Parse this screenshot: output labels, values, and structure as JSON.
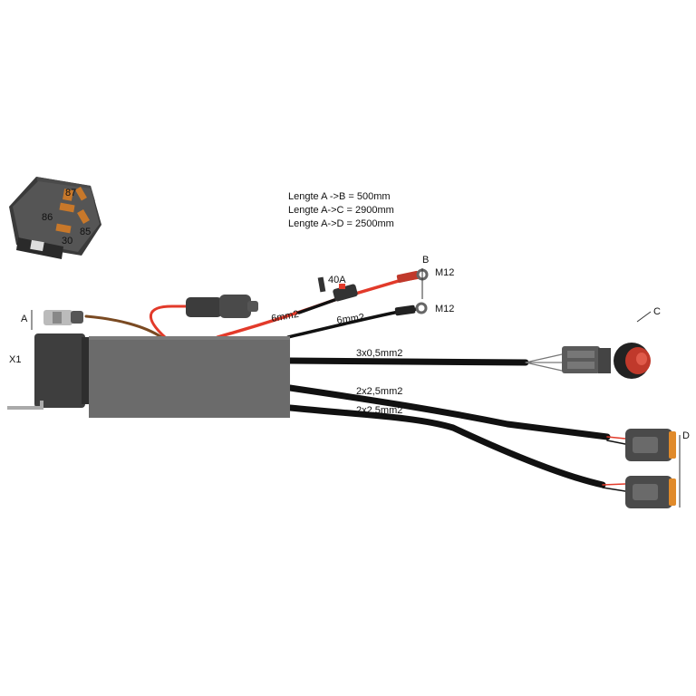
{
  "lengths": {
    "line1": "Lengte A ->B = 500mm",
    "line2": "Lengte A->C = 2900mm",
    "line3": "Lengte A->D = 2500mm"
  },
  "relay_pins": {
    "p87": "87",
    "p86": "86",
    "p85": "85",
    "p30": "30"
  },
  "labels": {
    "a": "A",
    "x1": "X1",
    "b": "B",
    "c": "C",
    "d": "D",
    "fuse": "40A",
    "m12_top": "M12",
    "m12_bottom": "M12",
    "wire_6mm2_red": "6mm2",
    "wire_6mm2_black": "6mm2",
    "wire_3x05": "3x0,5mm2",
    "wire_2x25_a": "2x2,5mm2",
    "wire_2x25_b": "2x2,5mm2"
  },
  "colors": {
    "red_wire": "#e23a2a",
    "black_wire": "#111111",
    "brown_wire": "#7a4a22",
    "box": "#6b6b6b",
    "connector_orange": "#e08a2a"
  }
}
